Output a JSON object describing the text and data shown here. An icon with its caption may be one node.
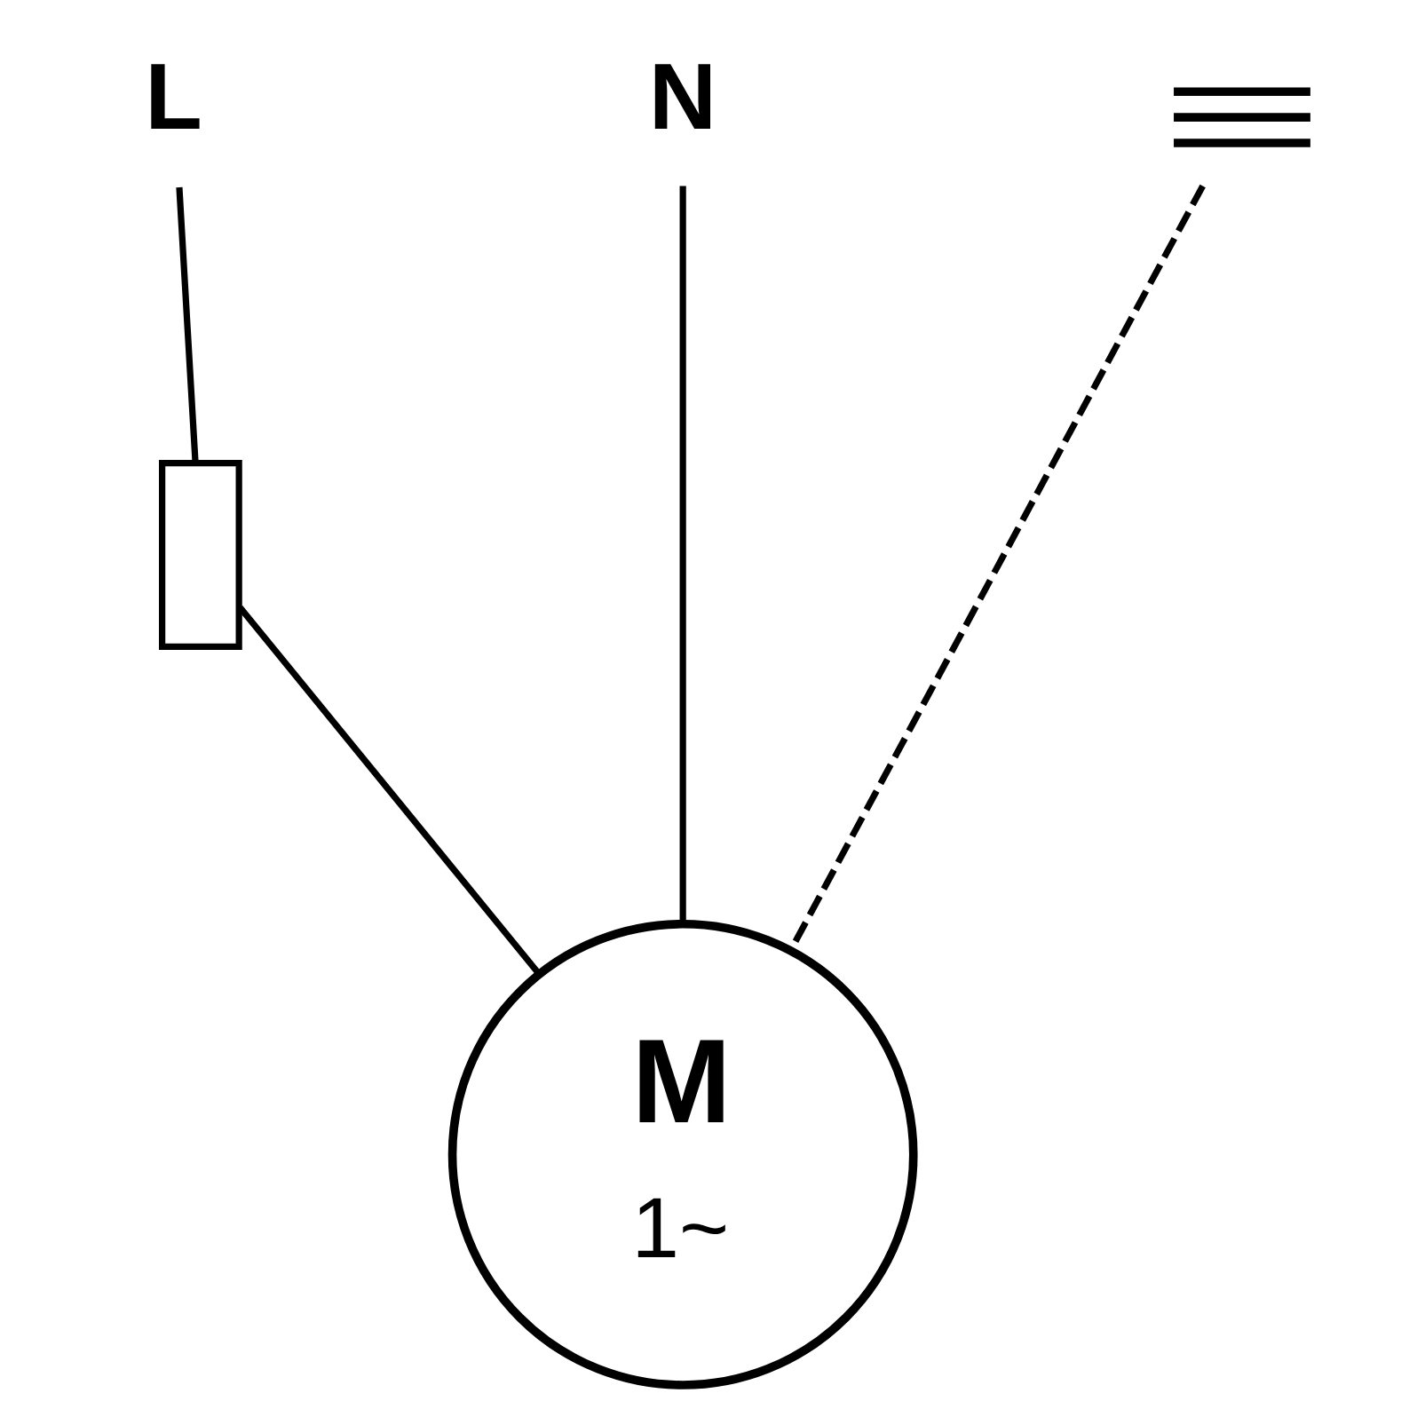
{
  "diagram": {
    "nodes": [
      {
        "text": [
          "L"
        ]
      },
      {
        "text": [
          "N"
        ]
      },
      {
        "text": [],
        "shape": "picture"
      },
      {
        "text": [],
        "shape": "box"
      },
      {
        "text": [
          "M",
          "1~"
        ]
      }
    ],
    "edges": [
      {
        "from": 0,
        "to": 3,
        "arrow": "none"
      },
      {
        "from": 3,
        "to": 4,
        "arrow": "none"
      },
      {
        "from": 1,
        "to": 4,
        "arrow": "none"
      },
      {
        "from": 2,
        "to": 4,
        "arrow": "none",
        "style": "dashed"
      }
    ]
  }
}
